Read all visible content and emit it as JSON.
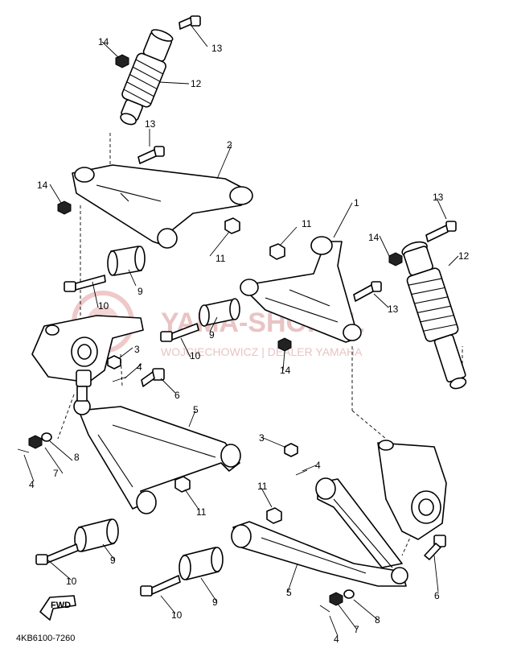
{
  "diagram_code": "4KB6100-7260",
  "fwd_label": "FWD",
  "watermark": {
    "line1": "YAMA-SHOP.PL",
    "line2": "WOJCIECHOWICZ | DEALER YAMAHA"
  },
  "callouts": {
    "c1": "1",
    "c2": "2",
    "c3a": "3",
    "c3b": "3",
    "c4a": "4",
    "c4b": "4",
    "c4c": "4",
    "c5a": "5",
    "c5b": "5",
    "c6a": "6",
    "c6b": "6",
    "c7a": "7",
    "c7b": "7",
    "c8a": "8",
    "c8b": "8",
    "c9a": "9",
    "c9b": "9",
    "c9c": "9",
    "c9d": "9",
    "c10a": "10",
    "c10b": "10",
    "c10c": "10",
    "c10d": "10",
    "c11a": "11",
    "c11b": "11",
    "c11c": "11",
    "c11d": "11",
    "c12a": "12",
    "c12b": "12",
    "c13a": "13",
    "c13b": "13",
    "c13c": "13",
    "c13d": "13",
    "c14a": "14",
    "c14b": "14",
    "c14c": "14",
    "c14d": "14"
  }
}
